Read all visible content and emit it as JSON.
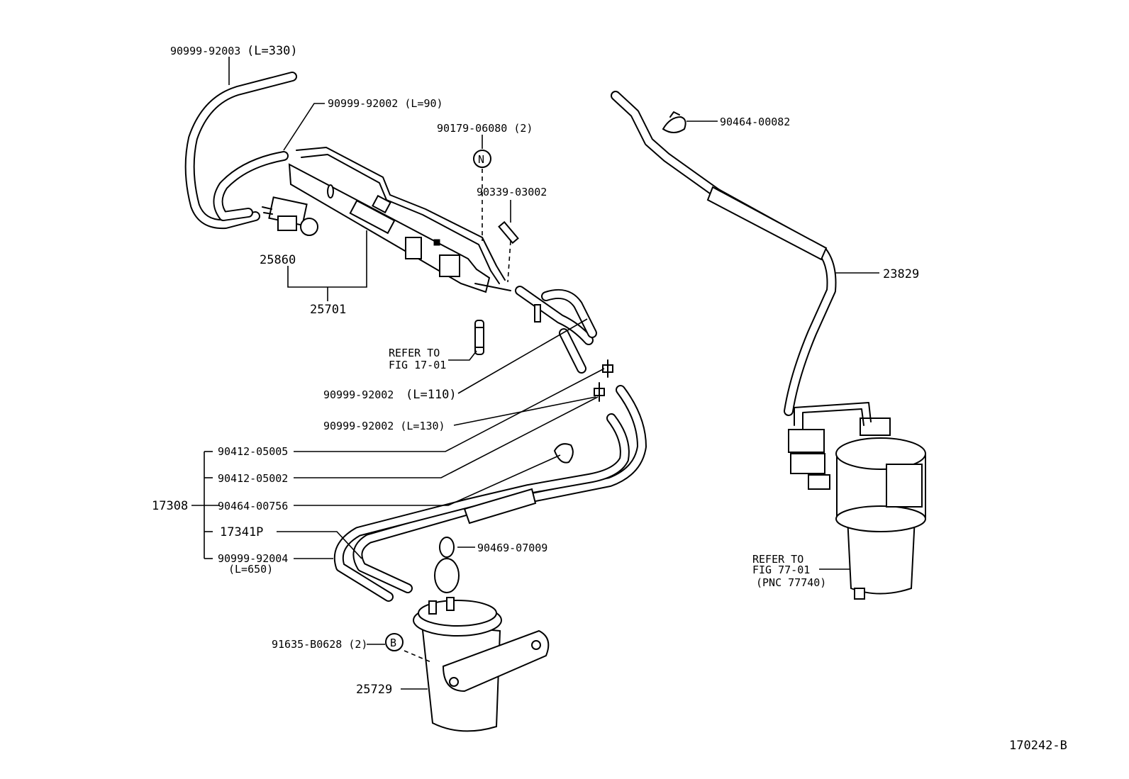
{
  "labels": {
    "p_90999_92003": "90999-92003",
    "p_90999_92003_len": "(L=330)",
    "p_90999_92002_90": "90999-92002 (L=90)",
    "p_90179_06080": "90179-06080 (2)",
    "p_90339_03002": "90339-03002",
    "p_25860": "25860",
    "p_25701": "25701",
    "p_90464_00082": "90464-00082",
    "p_23829": "23829",
    "refer_17_line1": "REFER TO",
    "refer_17_line2": "FIG 17-01",
    "p_90999_92002_110": "90999-92002",
    "p_90999_92002_110_len": "(L=110)",
    "p_90999_92002_130": "90999-92002 (L=130)",
    "p_90412_05005": "90412-05005",
    "p_90412_05002": "90412-05002",
    "p_17308": "17308",
    "p_90464_00756": "90464-00756",
    "p_17341P": "17341P",
    "p_90999_92004": "90999-92004",
    "p_90999_92004_len": "(L=650)",
    "p_90469_07009": "90469-07009",
    "p_91635_B0628": "91635-B0628 (2)",
    "p_25729": "25729",
    "refer_77_line1": "REFER TO",
    "refer_77_line2": "FIG 77-01",
    "refer_77_line3": "(PNC 77740)",
    "callout_n": "N",
    "callout_b": "B",
    "figure_id": "170242-B"
  }
}
